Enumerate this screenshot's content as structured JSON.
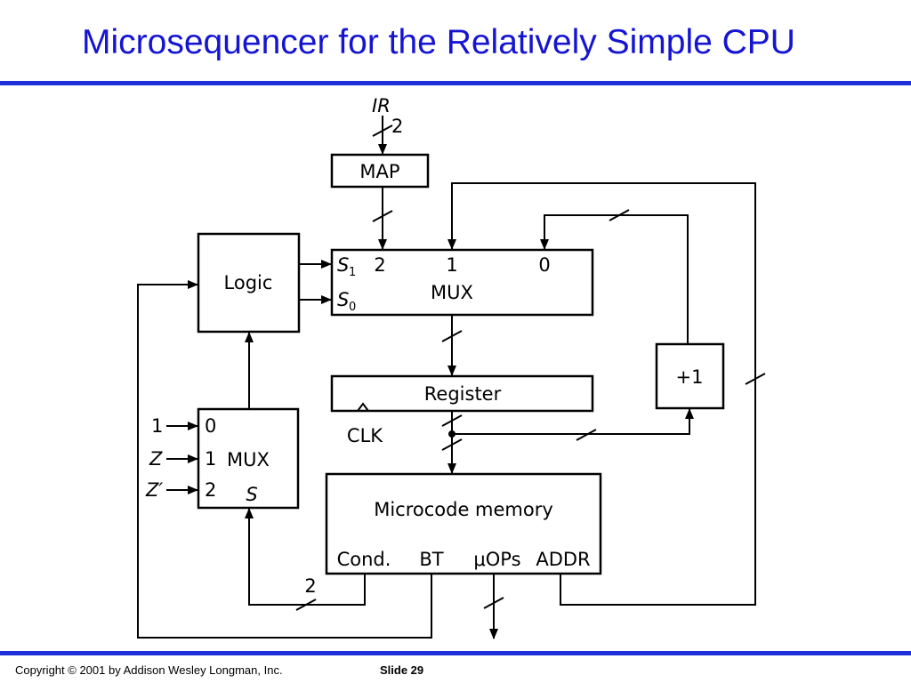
{
  "slide": {
    "title": "Microsequencer for the Relatively Simple CPU",
    "copyright": "Copyright © 2001 by Addison Wesley Longman, Inc.",
    "slide_number": "Slide 29"
  },
  "diagram": {
    "ir": {
      "label": "IR",
      "width": "2"
    },
    "map": {
      "label": "MAP"
    },
    "logic": {
      "label": "Logic"
    },
    "mux_main": {
      "label": "MUX",
      "select_1": "S",
      "select_1_sub": "1",
      "select_0": "S",
      "select_0_sub": "0",
      "input_2": "2",
      "input_1": "1",
      "input_0": "0"
    },
    "register": {
      "label": "Register",
      "clock": "CLK"
    },
    "incrementer": {
      "label": "+1"
    },
    "mux_cond": {
      "label": "MUX",
      "input_0": "0",
      "input_1": "1",
      "input_2": "2",
      "select": "S",
      "signal_0": "1",
      "signal_1": "Z",
      "signal_2": "Z′"
    },
    "microcode_memory": {
      "label": "Microcode memory",
      "fields": [
        "Cond.",
        "BT",
        "μOPs",
        "ADDR"
      ]
    },
    "cond_width": "2"
  },
  "colors": {
    "title": "#1414d2",
    "rule": "#1c2fd8"
  }
}
